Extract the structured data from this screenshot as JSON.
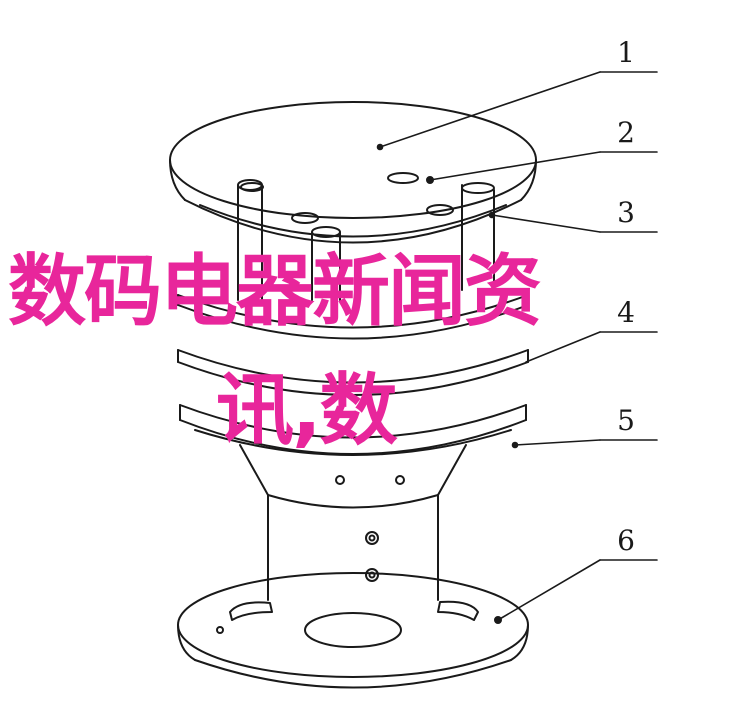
{
  "diagram": {
    "callouts": [
      {
        "label": "1"
      },
      {
        "label": "2"
      },
      {
        "label": "3"
      },
      {
        "label": "4"
      },
      {
        "label": "5"
      },
      {
        "label": "6"
      }
    ],
    "colors": {
      "line": "#1a1a1a",
      "background": "#ffffff"
    }
  },
  "overlay": {
    "line1": "数码电器新闻资",
    "line2": "讯,数",
    "color": "#e8269b"
  }
}
